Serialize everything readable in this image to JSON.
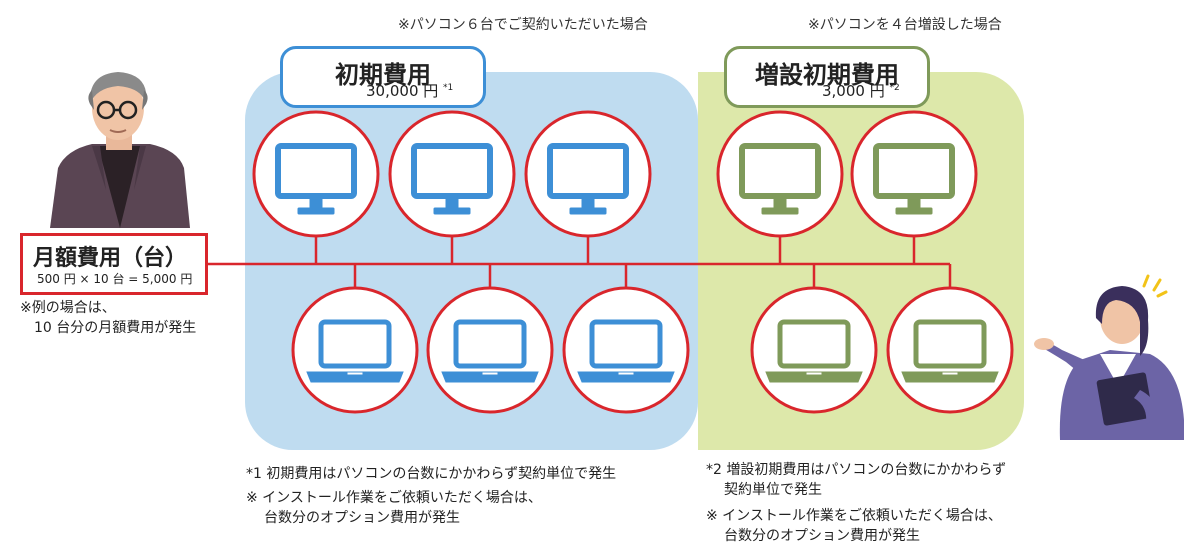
{
  "top_notes": {
    "left": "※パソコン６台でご契約いただいた場合",
    "right": "※パソコンを４台増設した場合"
  },
  "initial": {
    "title": "初期費用",
    "price": "30,000 円",
    "price_mark": "*1"
  },
  "additional": {
    "title": "増設初期費用",
    "price": "3,000 円",
    "price_mark": "*2"
  },
  "monthly": {
    "title": "月額費用（台）",
    "formula": "500 円 × 10 台 = 5,000 円",
    "note_line1": "※例の場合は、",
    "note_line2": "10 台分の月額費用が発生"
  },
  "footnotes_left": [
    "*1 初期費用はパソコンの台数にかかわらず契約単位で発生",
    "※ インストール作業をご依頼いただく場合は、",
    "台数分のオプション費用が発生"
  ],
  "footnotes_right": [
    "*2 増設初期費用はパソコンの台数にかかわらず",
    "契約単位で発生",
    "※ インストール作業をご依頼いただく場合は、",
    "台数分のオプション費用が発生"
  ],
  "colors": {
    "blue_panel": "#bfdcf0",
    "green_panel": "#dde8aa",
    "blue_device": "#3d8fd6",
    "green_device": "#7f9a5a",
    "red": "#d9262c"
  },
  "icons": {
    "initial_desktops": [
      "desktop-icon",
      "desktop-icon",
      "desktop-icon"
    ],
    "initial_laptops": [
      "laptop-icon",
      "laptop-icon",
      "laptop-icon"
    ],
    "added_desktops": [
      "desktop-icon",
      "desktop-icon"
    ],
    "added_laptops": [
      "laptop-icon",
      "laptop-icon"
    ],
    "people": [
      "man-with-glasses-illustration",
      "woman-presenter-illustration"
    ]
  }
}
